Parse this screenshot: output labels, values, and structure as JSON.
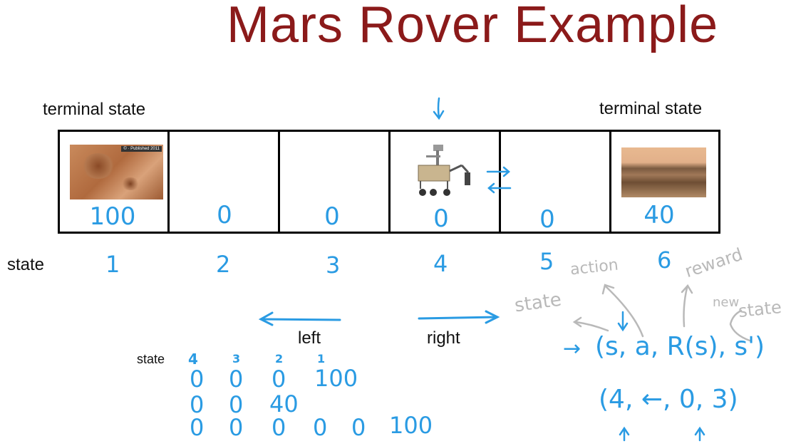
{
  "title": "Mars Rover Example",
  "terminal_left": "terminal state",
  "terminal_right": "terminal state",
  "cells": [
    {
      "reward": "100"
    },
    {
      "reward": "0"
    },
    {
      "reward": "0"
    },
    {
      "reward": "0"
    },
    {
      "reward": "0"
    },
    {
      "reward": "40"
    }
  ],
  "state_row_label": "state",
  "states": [
    "1",
    "2",
    "3",
    "4",
    "5",
    "6"
  ],
  "image_caption": "© · Published 2011",
  "left_label": "left",
  "right_label": "right",
  "returns_table": {
    "header_label": "state",
    "header_values": [
      "4",
      "3",
      "2",
      "1"
    ],
    "rows": [
      [
        "0",
        "0",
        "0",
        "100"
      ],
      [
        "0",
        "0",
        "40"
      ],
      [
        "0",
        "0",
        "0",
        "0",
        "0",
        "100"
      ]
    ]
  },
  "annotations": {
    "state": "state",
    "action": "action",
    "reward": "reward",
    "new": "new",
    "new_state": "state",
    "tuple": "(s, a, R(s), s')",
    "tuple_arrow": "→",
    "example": "(4, ←, 0, 3)"
  },
  "colors": {
    "title": "#8b1a1a",
    "handwriting": "#2a9be3",
    "annotation_gray": "#b9b9b9"
  }
}
